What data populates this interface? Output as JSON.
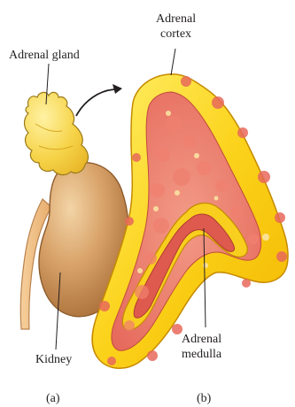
{
  "labels": {
    "adrenal_gland": "Adrenal gland",
    "adrenal_cortex_line1": "Adrenal",
    "adrenal_cortex_line2": "cortex",
    "adrenal_medulla_line1": "Adrenal",
    "adrenal_medulla_line2": "medulla",
    "kidney": "Kidney",
    "panel_a": "(a)",
    "panel_b": "(b)"
  },
  "colors": {
    "cortex_yellow": "#f5c400",
    "medulla_red": "#e8554b",
    "kidney_brown": "#b7824a",
    "gland_yellow": "#f4d34a"
  }
}
